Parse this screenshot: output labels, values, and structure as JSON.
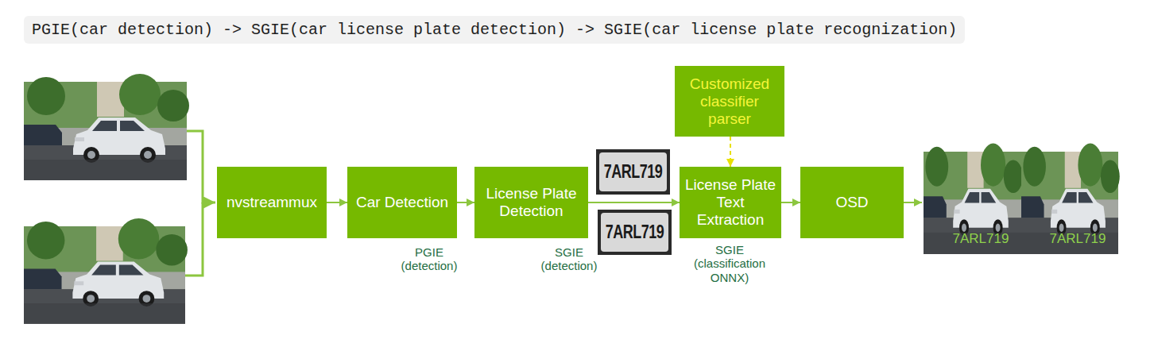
{
  "diagram": {
    "title": "PGIE(car detection) -> SGIE(car license plate detection) -> SGIE(car license plate recognization)",
    "nodes": [
      {
        "text": [
          "nvstreammux"
        ]
      },
      {
        "text": [
          "Car Detection"
        ]
      },
      {
        "text": [
          "License Plate Detection"
        ]
      },
      {
        "text": [
          "Customized classifier parser"
        ]
      },
      {
        "text": [
          "License Plate Text Extraction"
        ]
      },
      {
        "text": [
          "OSD"
        ]
      }
    ],
    "edges": [
      {
        "from": 0,
        "to": 1,
        "arrow": "to"
      },
      {
        "from": 1,
        "to": 2,
        "arrow": "to"
      },
      {
        "from": 2,
        "to": 4,
        "arrow": "to"
      },
      {
        "from": 3,
        "to": 4,
        "arrow": "to"
      },
      {
        "from": 4,
        "to": 5,
        "arrow": "to"
      }
    ],
    "labels": [
      "PGIE (detection)",
      "SGIE (detection)",
      "SGIE (classification ONNX)",
      "7ARL719",
      "7ARL719",
      "7ARL719",
      "7ARL719"
    ]
  }
}
